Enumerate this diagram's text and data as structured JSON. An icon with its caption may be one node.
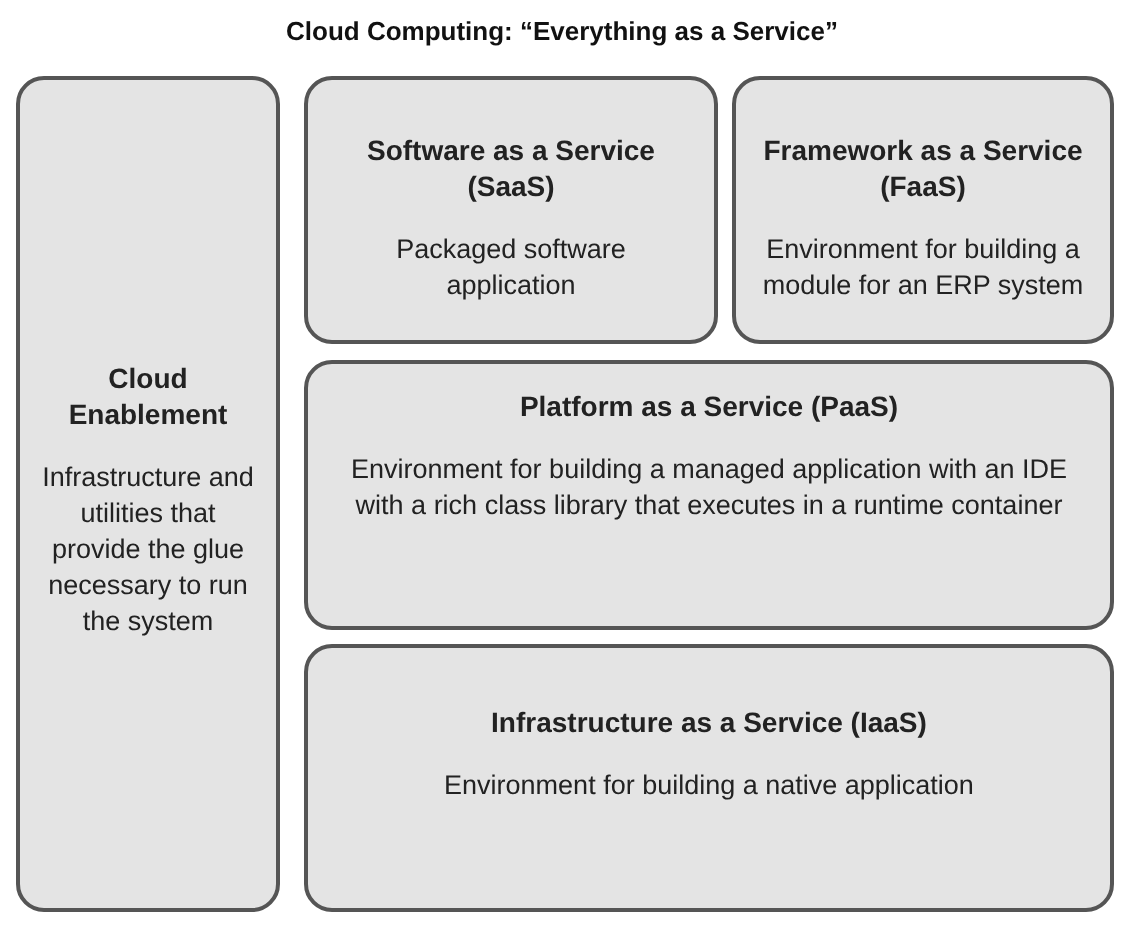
{
  "diagram": {
    "title": "Cloud Computing: “Everything as a Service”",
    "nodes": [
      {
        "text": [
          "Cloud Enablement",
          "Infrastructure and utilities that provide the glue necessary to run the system"
        ]
      },
      {
        "text": [
          "Software as a Service (SaaS)",
          "Packaged software application"
        ]
      },
      {
        "text": [
          "Framework as a Service (FaaS)",
          "Environment for building a module for an ERP system"
        ]
      },
      {
        "text": [
          "Platform as a Service (PaaS)",
          "Environment for building a managed application with an IDE with a rich class library that executes in a runtime container"
        ]
      },
      {
        "text": [
          "Infrastructure as a Service (IaaS)",
          "Environment for building a native application"
        ]
      }
    ],
    "edges": []
  }
}
